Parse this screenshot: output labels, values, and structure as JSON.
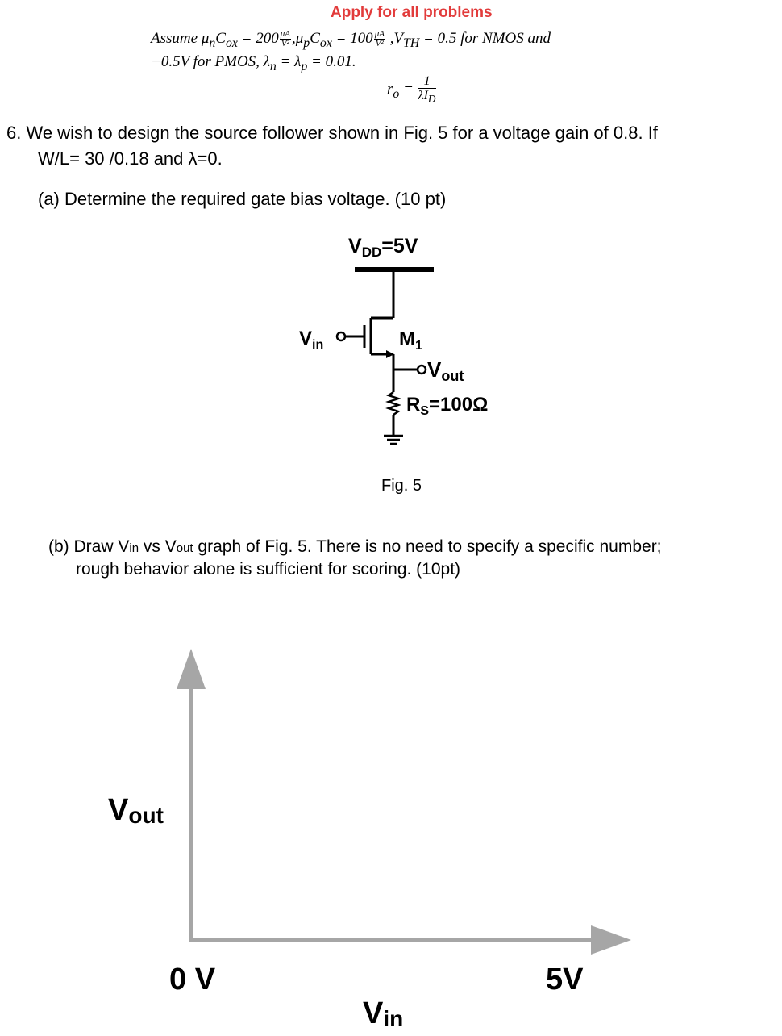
{
  "header": {
    "title": "Apply for all problems",
    "assume_word": "Assume ",
    "line1_a": "μ",
    "line1_a_sub": "n",
    "line1_b": "C",
    "line1_b_sub": "ox",
    "line1_eq1": " = 200",
    "unit_num": "μA",
    "unit_den": "V²",
    "line1_mu_p": ",μ",
    "line1_mu_p_sub": "p",
    "line1_c2": "C",
    "line1_c2_sub": "ox",
    "line1_eq2": " = 100",
    "line1_vth": " ,V",
    "line1_vth_sub": "TH",
    "line1_rest": " = 0.5 for NMOS and",
    "line2": "−0.5V for PMOS,  λ",
    "line2_sub_n": "n",
    "line2_mid": " = λ",
    "line2_sub_p": "p",
    "line2_end": " = 0.01.",
    "ro_lhs": "r",
    "ro_lhs_sub": "o",
    "ro_eq": " = ",
    "ro_num": "1",
    "ro_den": "λI",
    "ro_den_sub": "D"
  },
  "question": {
    "line1": "6.  We wish to design the source follower shown in Fig. 5 for a voltage gain of 0.8. If",
    "line2": "W/L= 30 /0.18 and λ=0.",
    "part_a": "(a) Determine the required gate bias voltage. (10 pt)",
    "part_b_prefix": "(b) Draw V",
    "part_b_in": "in",
    "part_b_vs": " vs V",
    "part_b_out": "out",
    "part_b_rest": " graph of Fig. 5. There is no need to specify a specific number;",
    "part_b_line2": "rough behavior alone is sufficient for scoring. (10pt)"
  },
  "circuit": {
    "vdd_label": "V",
    "vdd_sub": "DD",
    "vdd_value": "=5V",
    "vin_label": "V",
    "vin_sub": "in",
    "transistor_label": "M",
    "transistor_sub": "1",
    "vout_label": "V",
    "vout_sub": "out",
    "rs_label": "R",
    "rs_sub": "S",
    "rs_value": "=100Ω",
    "caption": "Fig. 5"
  },
  "graph": {
    "y_axis_label": "V",
    "y_axis_sub": "out",
    "x_axis_label": "V",
    "x_axis_sub": "in",
    "origin_label": "0 V",
    "x_max_label": "5V",
    "axis_color": "#a6a6a6"
  }
}
